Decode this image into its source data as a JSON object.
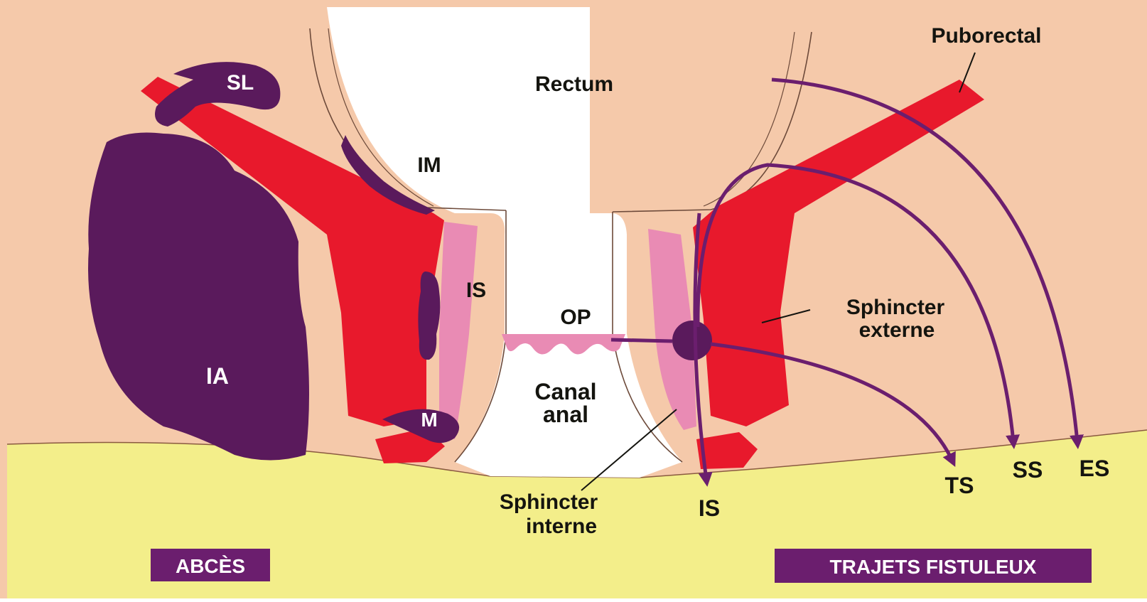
{
  "labels": {
    "rectum": "Rectum",
    "puborectal": "Puborectal",
    "sl": "SL",
    "im": "IM",
    "is_abscess": "IS",
    "op": "OP",
    "ia": "IA",
    "m": "M",
    "canal_line1": "Canal",
    "canal_line2": "anal",
    "sphincter_externe_line1": "Sphincter",
    "sphincter_externe_line2": "externe",
    "sphincter_interne_line1": "Sphincter",
    "sphincter_interne_line2": "interne",
    "is_fistula": "IS",
    "ts": "TS",
    "ss": "SS",
    "es": "ES"
  },
  "captions": {
    "left": "ABCÈS",
    "right": "TRAJETS FISTULEUX"
  },
  "colors": {
    "skin": "#f5c9aa",
    "perineum": "#f3ee8a",
    "lumen": "#ffffff",
    "muscle_red": "#e8192c",
    "internal_sphincter_pink": "#e98bb4",
    "purple": "#5a1a5c",
    "tract_line": "#6b1e6e",
    "caption_bg": "#6b1e6e"
  }
}
